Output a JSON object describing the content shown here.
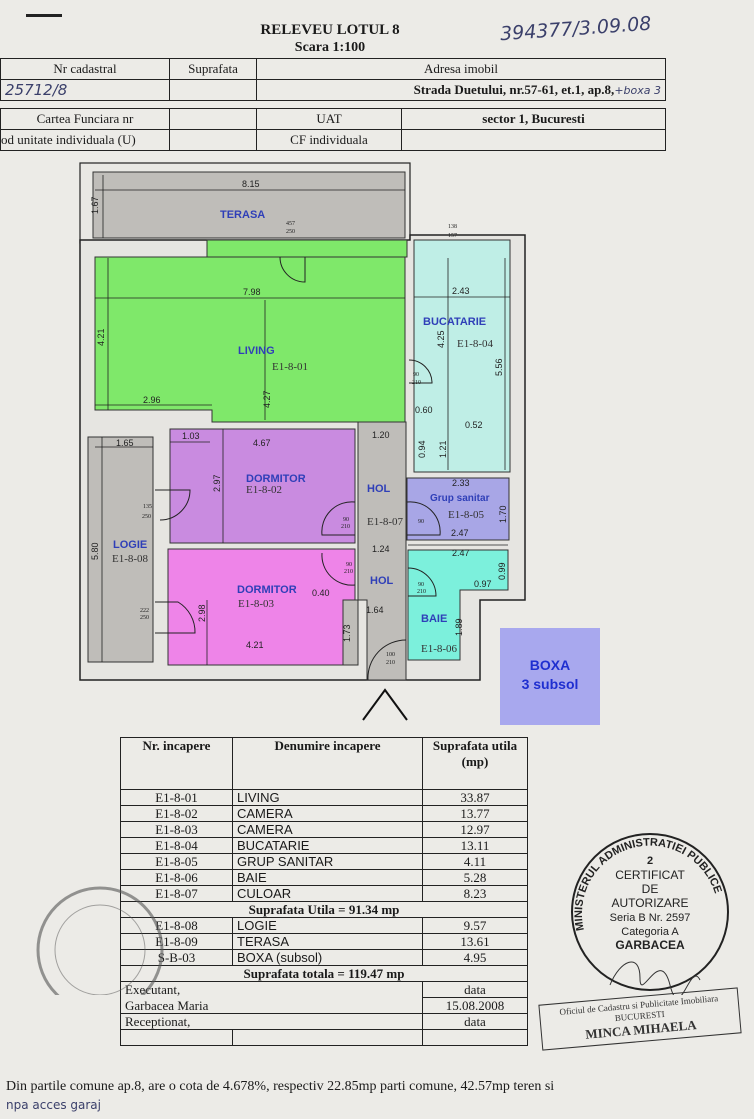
{
  "header": {
    "title": "RELEVEU  LOTUL 8",
    "scale": "Scara 1:100",
    "handwritten_ref": "394377/3.09.08"
  },
  "info_table_1": {
    "col_nr_cadastral": "Nr cadastral",
    "col_suprafata": "Suprafata",
    "col_adresa": "Adresa imobil",
    "nr_cadastral_value": "25712/8",
    "adresa_value": "Strada Duetului, nr.57-61, et.1, ap.8,",
    "adresa_handwritten": "+boxa 3"
  },
  "info_table_2": {
    "cartea_funciara": "Cartea Funciara  nr",
    "cod_unitate": "od unitate individuala (U)",
    "uat": "UAT",
    "uat_value": "sector 1, Bucuresti",
    "cf_individuala": "CF individuala"
  },
  "plan": {
    "rooms": {
      "terasa": {
        "name": "TERASA"
      },
      "living": {
        "name": "LIVING",
        "id": "E1-8-01"
      },
      "bucatarie": {
        "name": "BUCATARIE",
        "id": "E1-8-04"
      },
      "dormitor1": {
        "name": "DORMITOR",
        "id": "E1-8-02"
      },
      "dormitor2": {
        "name": "DORMITOR",
        "id": "E1-8-03"
      },
      "hol1": {
        "name": "HOL",
        "id": "E1-8-07"
      },
      "hol2": {
        "name": "HOL"
      },
      "grup": {
        "name": "Grup sanitar",
        "id": "E1-8-05"
      },
      "baie": {
        "name": "BAIE",
        "id": "E1-8-06"
      },
      "logie": {
        "name": "LOGIE",
        "id": "E1-8-08"
      },
      "boxa": {
        "name": "BOXA",
        "sub": "3 subsol"
      }
    },
    "dims": {
      "d815": "8.15",
      "d167": "1.67",
      "d798": "7.98",
      "d421": "4.21",
      "d427": "4.27",
      "d296": "2.96",
      "d243": "2.43",
      "d425": "4.25",
      "d556": "5.56",
      "d060": "0.60",
      "d052": "0.52",
      "d094": "0.94",
      "d121": "1.21",
      "d165": "1.65",
      "d103": "1.03",
      "d467": "4.67",
      "d297": "2.97",
      "d120": "1.20",
      "d580": "5.80",
      "d233": "2.33",
      "d170": "1.70",
      "d247a": "2.47",
      "d124": "1.24",
      "d247b": "2.47",
      "d099": "0.99",
      "d097": "0.97",
      "d298": "2.98",
      "d040": "0.40",
      "d164": "1.64",
      "d173": "1.73",
      "d189": "1.89",
      "d421b": "4.21"
    },
    "doors": {
      "terasa_top": "457",
      "terasa_bot": "250",
      "buc_top": "138",
      "buc_bot": "157",
      "liv_top": "90",
      "liv_bot": "210",
      "log1_top": "135",
      "log1_bot": "250",
      "log2_top": "222",
      "log2_bot": "250",
      "dor1_top": "90",
      "dor1_bot": "210",
      "dor2_top": "90",
      "dor2_bot": "210",
      "grup": "90",
      "baie_top": "90",
      "baie_bot": "210",
      "main_top": "100",
      "main_bot": "210"
    }
  },
  "rooms_table": {
    "headers": [
      "Nr. incapere",
      "Denumire incapere",
      "Suprafata utila (mp)"
    ],
    "rows": [
      [
        "E1-8-01",
        "LIVING",
        "33.87"
      ],
      [
        "E1-8-02",
        "CAMERA",
        "13.77"
      ],
      [
        "E1-8-03",
        "CAMERA",
        "12.97"
      ],
      [
        "E1-8-04",
        "BUCATARIE",
        "13.11"
      ],
      [
        "E1-8-05",
        "GRUP SANITAR",
        "4.11"
      ],
      [
        "E1-8-06",
        "BAIE",
        "5.28"
      ],
      [
        "E1-8-07",
        "CULOAR",
        "8.23"
      ]
    ],
    "subtotal": "Suprafata Utila = 91.34 mp",
    "extra_rows": [
      [
        "E1-8-08",
        "LOGIE",
        "9.57"
      ],
      [
        "E1-8-09",
        "TERASA",
        "13.61"
      ],
      [
        "S-B-03",
        "BOXA (subsol)",
        "4.95"
      ]
    ],
    "total": "Suprafata totala  = 119.47 mp",
    "executant_label": "Executant,",
    "executant_name": "Garbacea Maria",
    "data_label_1": "data",
    "data_value": "15.08.2008",
    "receptionat_label": "Receptionat,",
    "data_label_2": "data"
  },
  "footer": {
    "line1": "Din partile comune ap.8, are o cota de  4.678%, respectiv 22.85mp parti comune, 42.57mp teren si",
    "line2": "npa acces garaj"
  },
  "stamps": {
    "ministry": "MINISTERUL ADMINISTRATIEI PUBLICE",
    "cert_no": "2",
    "cert_l1": "CERTIFICAT",
    "cert_l2": "DE",
    "cert_l3": "AUTORIZARE",
    "cert_series": "Seria B Nr. 2597",
    "cert_cat": "Categoria A",
    "cert_name": "GARBACEA",
    "ocpi": "Oficiul de Cadastru si Publicitate Imobiliara BUCURESTI",
    "ocpi_name": "MINCA MIHAELA"
  },
  "colors": {
    "living": "#7fe86a",
    "kitchen": "#bfeee6",
    "dormitor1": "#c98be0",
    "dormitor2": "#ee84e8",
    "grup": "#a8a6e6",
    "baie": "#7cf0dc",
    "gray": "#bfbdb9",
    "boxa": "#a8a8ee",
    "label": "#2f3fb8"
  }
}
